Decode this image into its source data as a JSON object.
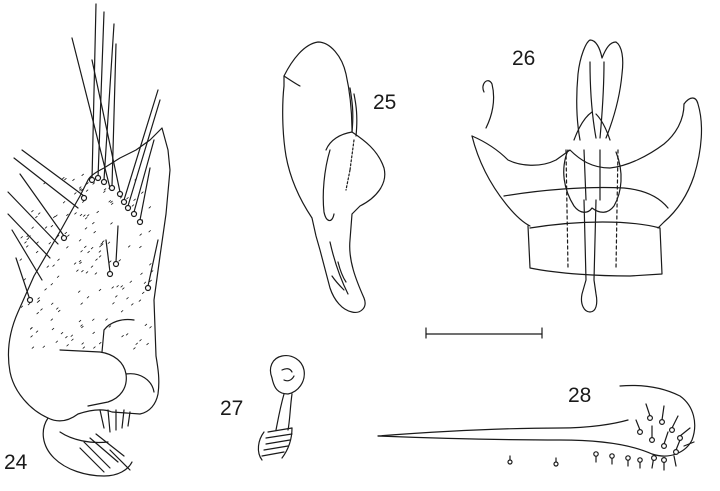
{
  "figures": [
    {
      "id": "24",
      "label": "24"
    },
    {
      "id": "25",
      "label": "25"
    },
    {
      "id": "26",
      "label": "26"
    },
    {
      "id": "27",
      "label": "27"
    },
    {
      "id": "28",
      "label": "28"
    }
  ],
  "colors": {
    "ink": "#1a1a1a",
    "background": "#ffffff"
  }
}
